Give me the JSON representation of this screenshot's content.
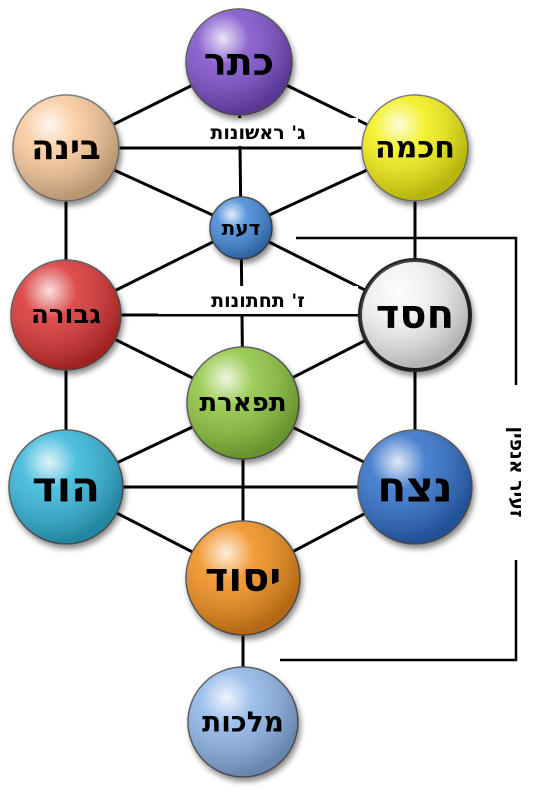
{
  "nodes": {
    "keter": {
      "label": "כתר",
      "color": "#7a4cc8"
    },
    "chochma": {
      "label": "חכמה",
      "color": "#f2f010"
    },
    "bina": {
      "label": "בינה",
      "color": "#f8c89a"
    },
    "daat": {
      "label": "דעת",
      "color": "#3f86d8"
    },
    "gevura": {
      "label": "גבורה",
      "color": "#d83030"
    },
    "chesed": {
      "label": "חסד",
      "color": "#f0f0f0"
    },
    "tiferet": {
      "label": "תפארת",
      "color": "#8cc43c"
    },
    "hod": {
      "label": "הוד",
      "color": "#30b4d8"
    },
    "netzach": {
      "label": "נצח",
      "color": "#2c6cc8"
    },
    "yesod": {
      "label": "יסוד",
      "color": "#f08c18"
    },
    "malchut": {
      "label": "מלכות",
      "color": "#8cb4e8"
    }
  },
  "captions": {
    "first_three": "ג' ראשונות",
    "lower_seven": "ז' תחתונות",
    "zeir_anpin": "זעיר אנפין"
  }
}
